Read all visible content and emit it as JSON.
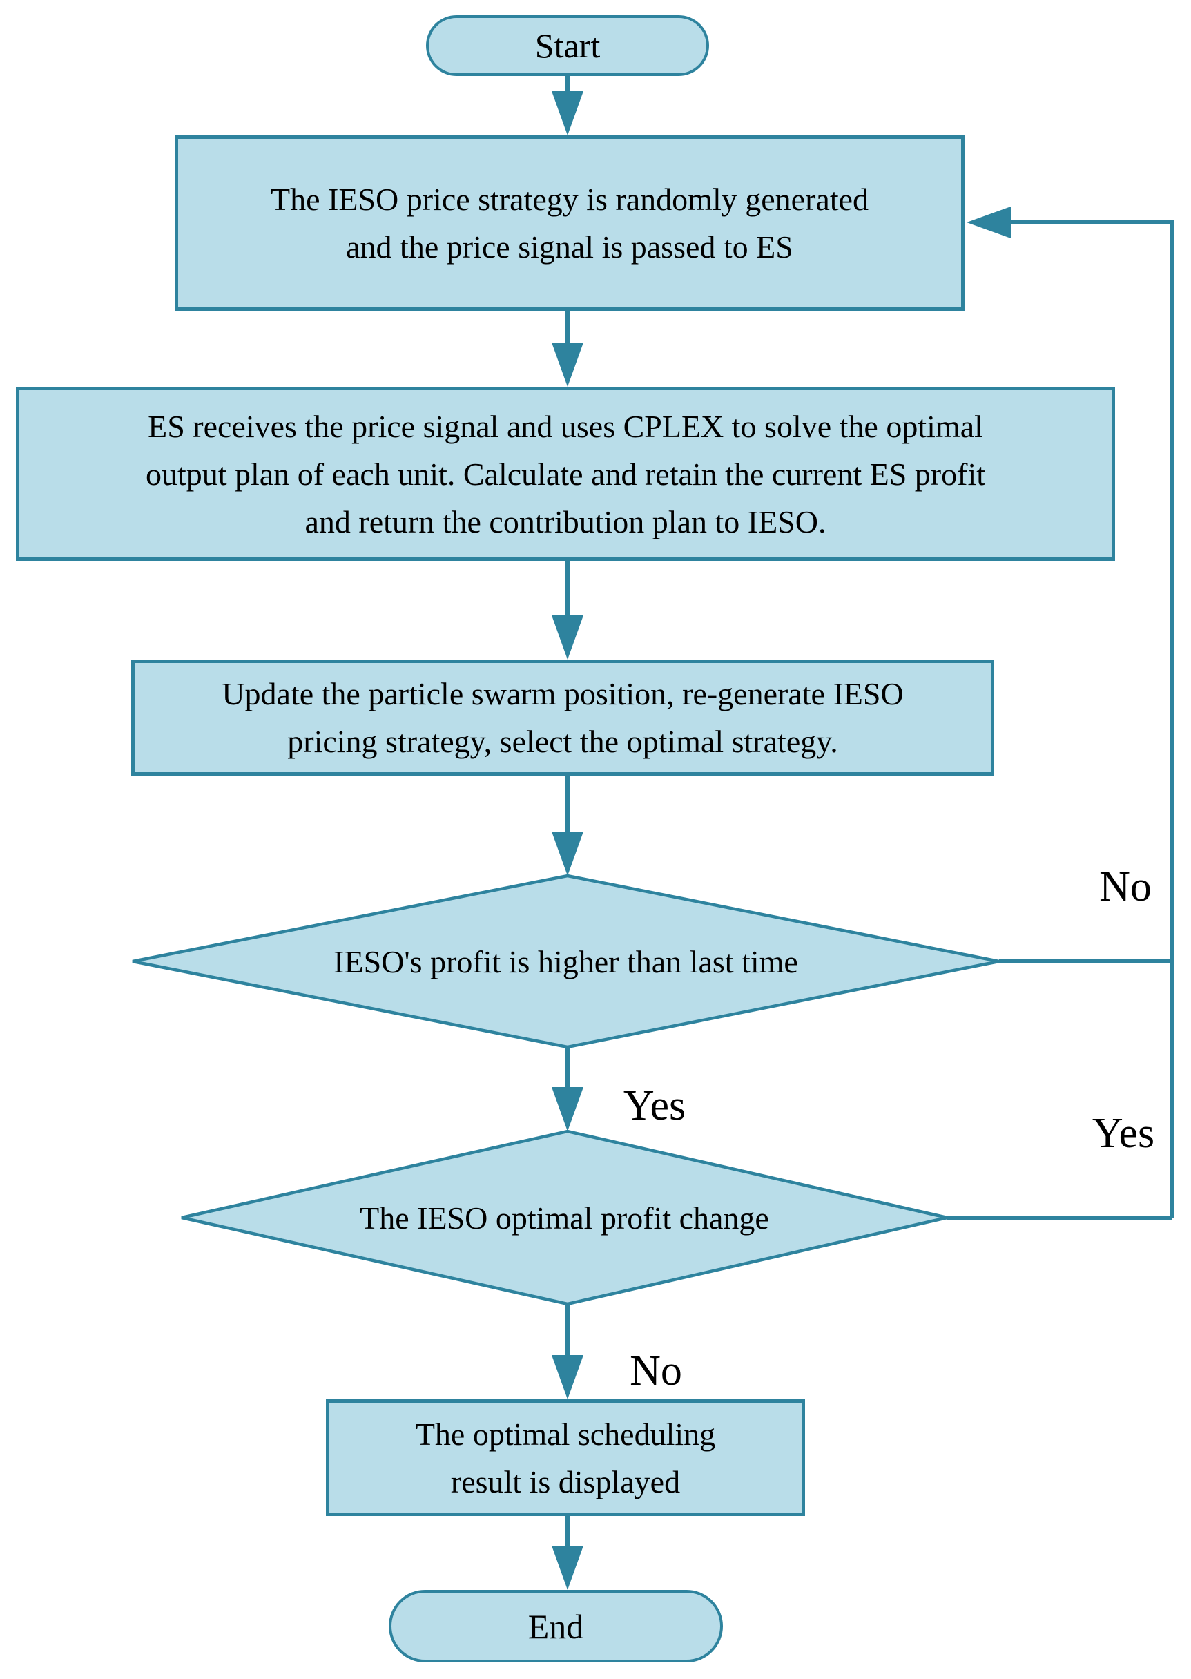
{
  "diagram_type": "flowchart",
  "colors": {
    "node_fill": "#b9dde9",
    "stroke": "#2e839e",
    "text": "#000000",
    "background": "#ffffff"
  },
  "nodes": {
    "start": {
      "label": "Start"
    },
    "generate": {
      "lines": [
        "The IESO price strategy is randomly generated",
        "and the price signal is passed to ES"
      ]
    },
    "solve": {
      "lines": [
        "ES receives the price signal and uses CPLEX to solve the optimal",
        "output plan of each unit. Calculate and retain the current ES profit",
        "and return the contribution plan to IESO."
      ]
    },
    "update": {
      "lines": [
        "Update the particle swarm position, re-generate IESO",
        "pricing strategy, select the optimal strategy."
      ]
    },
    "decision_profit_higher": {
      "label": "IESO's profit is higher than last time"
    },
    "decision_profit_change": {
      "label": "The IESO optimal profit change"
    },
    "display": {
      "lines": [
        "The optimal scheduling",
        "result is displayed"
      ]
    },
    "end": {
      "label": "End"
    }
  },
  "edge_labels": {
    "no_top": "No",
    "yes_mid": "Yes",
    "yes_right": "Yes",
    "no_bottom": "No"
  },
  "edges": [
    {
      "from": "start",
      "to": "generate",
      "label": ""
    },
    {
      "from": "generate",
      "to": "solve",
      "label": ""
    },
    {
      "from": "solve",
      "to": "update",
      "label": ""
    },
    {
      "from": "update",
      "to": "decision_profit_higher",
      "label": ""
    },
    {
      "from": "decision_profit_higher",
      "to": "decision_profit_change",
      "label": "Yes"
    },
    {
      "from": "decision_profit_higher",
      "to": "generate",
      "label": "No"
    },
    {
      "from": "decision_profit_change",
      "to": "generate",
      "label": "Yes"
    },
    {
      "from": "decision_profit_change",
      "to": "display",
      "label": "No"
    },
    {
      "from": "display",
      "to": "end",
      "label": ""
    }
  ]
}
